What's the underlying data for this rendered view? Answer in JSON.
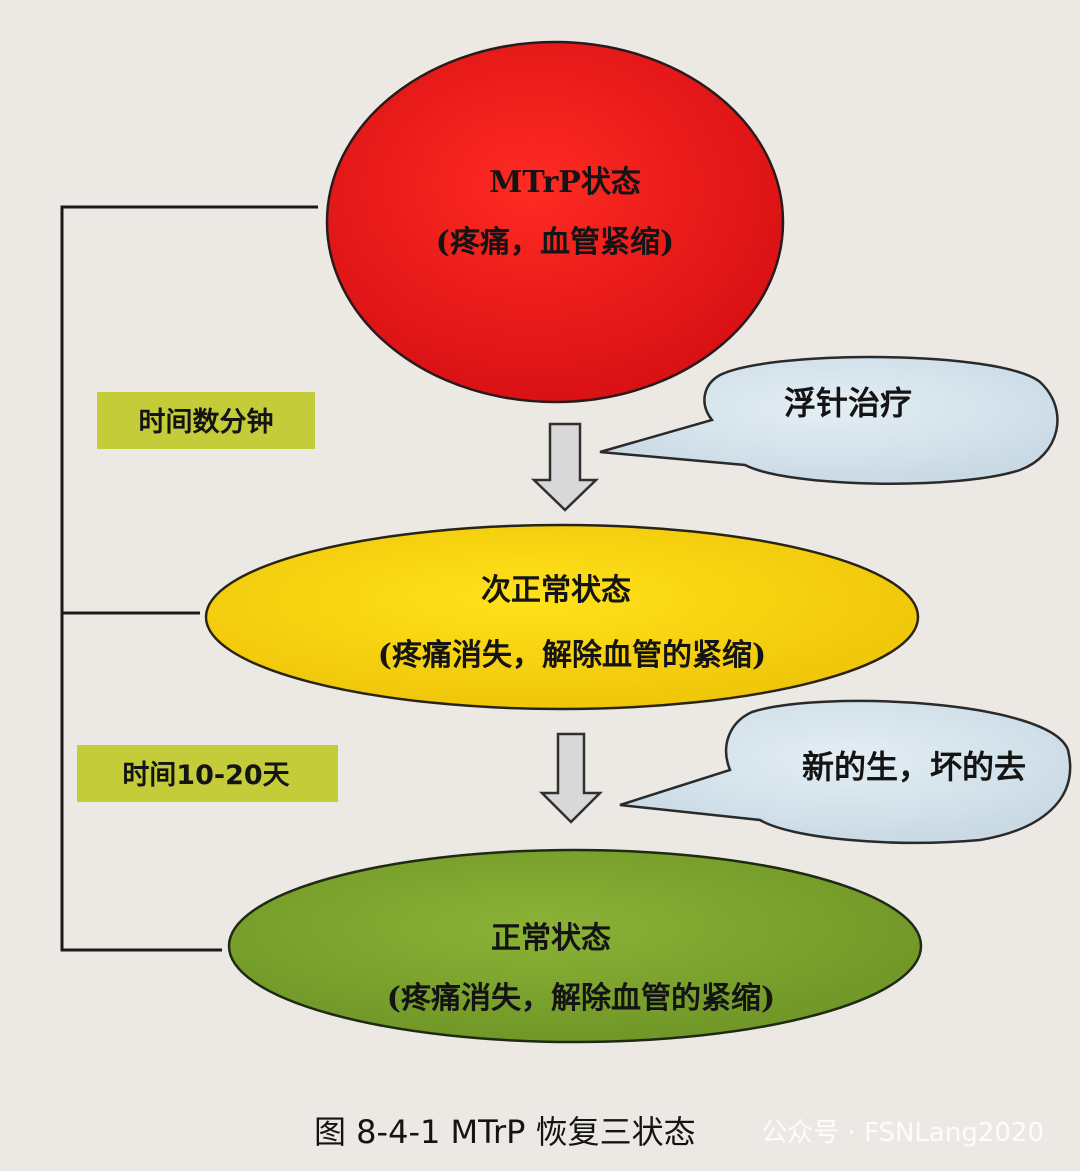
{
  "nodes": {
    "mtrp": {
      "title": "MTrP状态",
      "detail": "(疼痛，血管紧缩)",
      "color": "#e8131a"
    },
    "subnormal": {
      "title": "次正常状态",
      "detail": "(疼痛消失，解除血管的紧缩)",
      "color": "#f2cf0c"
    },
    "normal": {
      "title": "正常状态",
      "detail": "(疼痛消失，解除血管的紧缩)",
      "color": "#7ea52e"
    }
  },
  "callouts": {
    "treatment": "浮针治疗",
    "renewal": "新的生，坏的去"
  },
  "durations": {
    "first": "时间数分钟",
    "second": "时间10-20天",
    "box_color": "#c5cc3a"
  },
  "bubble_color": "#d5e3ec",
  "caption": "图 8-4-1   MTrP 恢复三状态",
  "watermark": "公众号 · FSNLang2020"
}
